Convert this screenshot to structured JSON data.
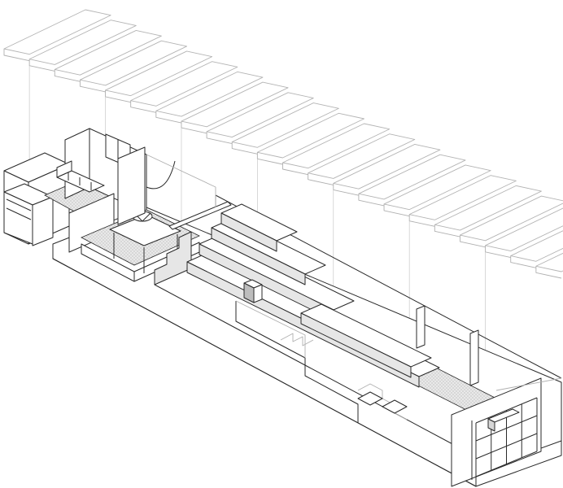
{
  "drawing": {
    "kind": "isometric architectural axonometric",
    "colors": {
      "line": "#2a2a2a",
      "roof_line": "#b4b4b4",
      "floor_tint": "#d6d6d6",
      "background": "#ffffff"
    },
    "roof_slat_count": 22,
    "window_grid": {
      "columns": 4,
      "rows": 3
    }
  }
}
